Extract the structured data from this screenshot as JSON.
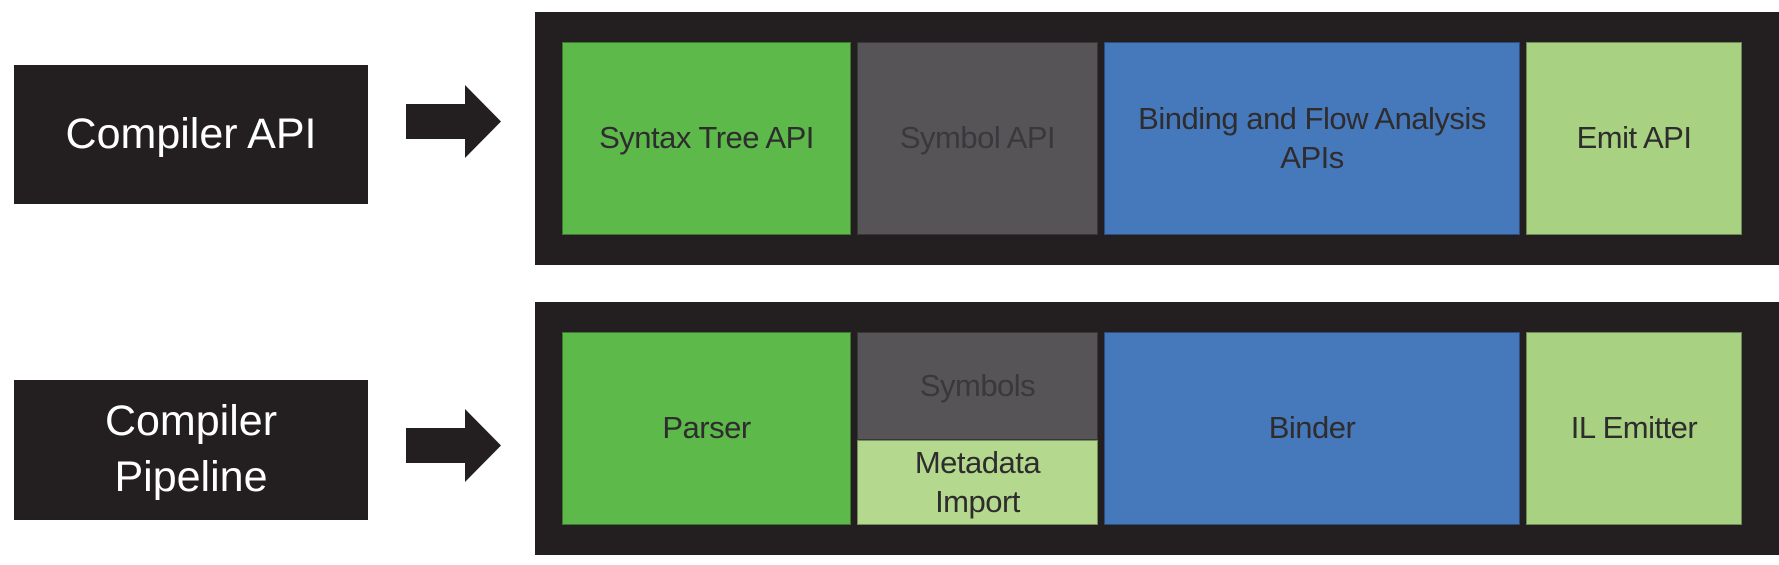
{
  "colors": {
    "frame_black": "#231F20",
    "green": "#5CB94A",
    "dark_gray": "#565457",
    "blue": "#4678BC",
    "light_green": "#A8D282",
    "lighter_green": "#B4D98E",
    "label_text": "#FFFFFF",
    "box_text": "#2E2C2D",
    "gray_box_text": "#3A383B"
  },
  "row_api": {
    "label": "Compiler API",
    "cells": {
      "syntax_tree": "Syntax Tree API",
      "symbol": "Symbol API",
      "binding": "Binding and Flow Analysis\nAPIs",
      "emit": "Emit API"
    }
  },
  "row_pipeline": {
    "label": "Compiler\nPipeline",
    "cells": {
      "parser": "Parser",
      "symbols": "Symbols",
      "metadata_import": "Metadata\nImport",
      "binder": "Binder",
      "il_emitter": "IL Emitter"
    }
  }
}
